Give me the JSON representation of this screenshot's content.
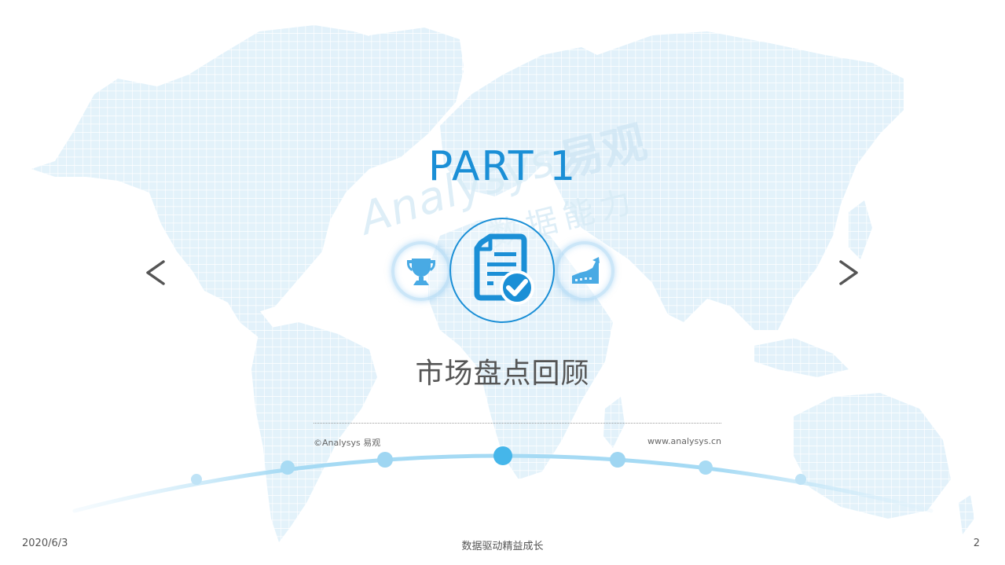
{
  "slide": {
    "part_label": "PART 1",
    "section_title": "市场盘点回顾",
    "watermark": {
      "brand_en": "Analysys",
      "brand_cn": "易观",
      "tagline_cn": "数据能力"
    },
    "icons": {
      "left": "trophy-icon",
      "center": "document-check-icon",
      "right": "growth-chart-icon"
    },
    "nav": {
      "prev_symbol": "<",
      "next_symbol": ">"
    },
    "copyright": "©Analysys 易观",
    "website": "www.analysys.cn",
    "timeline_dots": 7
  },
  "footer": {
    "date": "2020/6/3",
    "center_text": "数据驱动精益成长",
    "page_number": "2"
  },
  "colors": {
    "accent_blue": "#1b8fd6",
    "map_fill": "#e1f1fa",
    "arc_blue": "#8fd0f0",
    "active_dot": "#45b6ea",
    "title_gray": "#555555"
  }
}
